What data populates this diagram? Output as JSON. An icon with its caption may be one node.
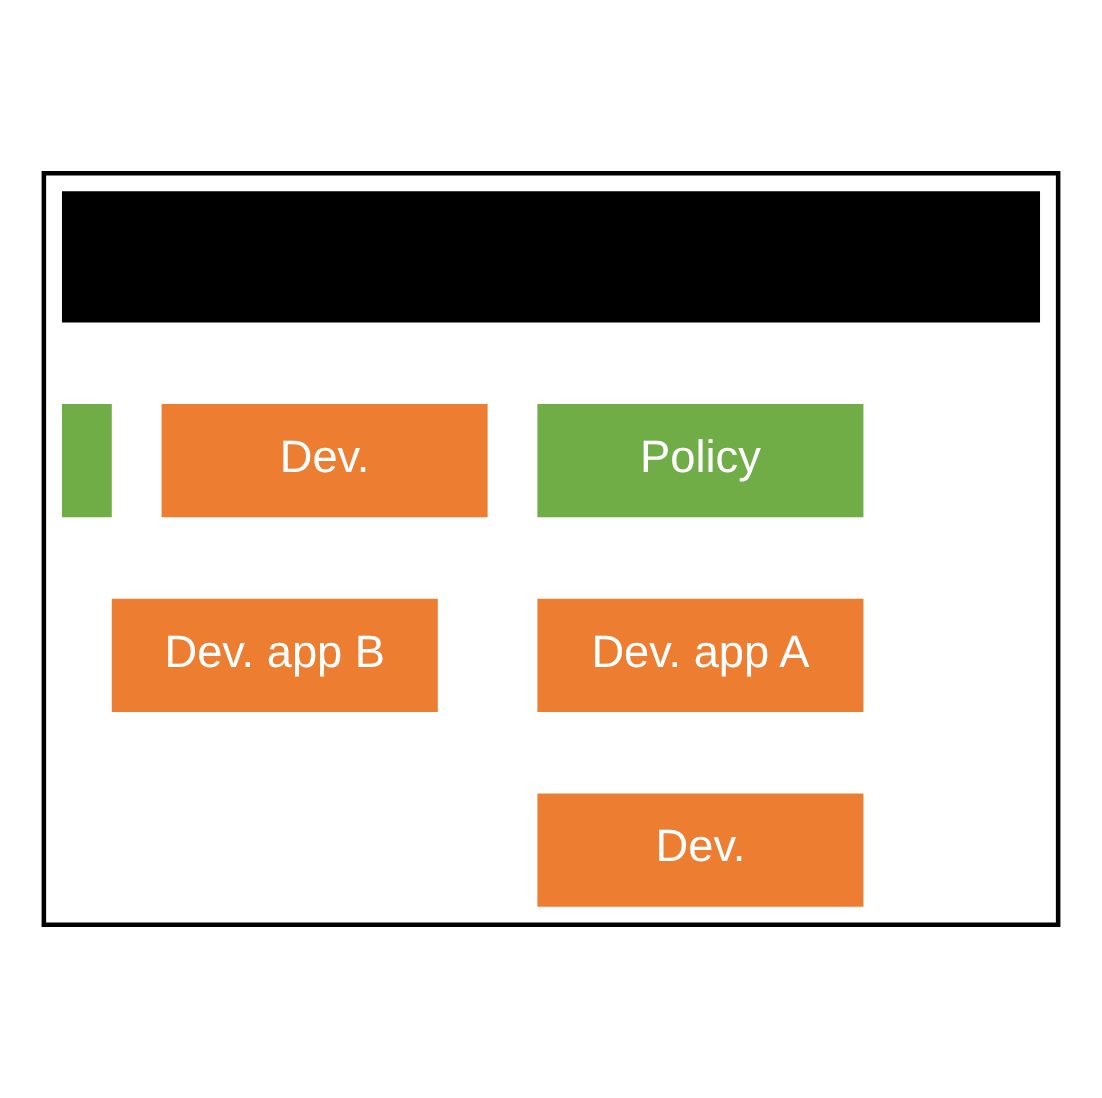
{
  "diagram": {
    "nodes": [
      {
        "text": [],
        "shape": "box"
      },
      {
        "text": [],
        "shape": "bar",
        "in": 0
      },
      {
        "text": [
          "Policy"
        ],
        "in": 0
      },
      {
        "text": [
          "Dev."
        ],
        "in": 0
      },
      {
        "text": [],
        "shape": "box",
        "in": 0
      },
      {
        "text": [
          "Dev. app A"
        ],
        "in": 0
      },
      {
        "text": [
          "Dev. app B"
        ],
        "in": 0
      },
      {
        "text": [
          "Dev."
        ],
        "in": 0
      }
    ],
    "edges": []
  }
}
